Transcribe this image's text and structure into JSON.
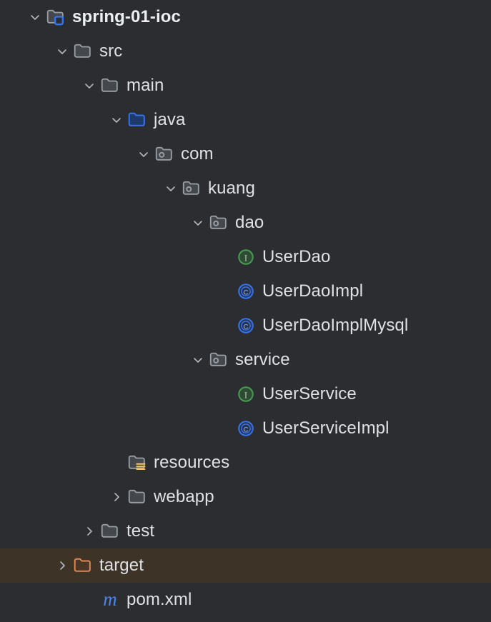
{
  "panel": {
    "name": "project-tool-window-tree",
    "background": "#2b2d30",
    "selection_background": "#3d3326",
    "text_color": "#dfe1e5"
  },
  "colors": {
    "folder_outline": "#9aa0a6",
    "sources_root_blue": "#3574f0",
    "sources_root_fill": "#1e3a6b",
    "excluded_orange": "#e08855",
    "resources_badge": "#f2c55c",
    "interface_green": "#499c54",
    "class_blue": "#3574f0",
    "maven_blue": "#4c84e8",
    "chevron": "#b4b8bf"
  },
  "tree": {
    "nodes": [
      {
        "label": "spring-01-ioc",
        "depth": 0,
        "icon": "module-folder-icon",
        "toggle": "chevron-down-icon",
        "bold": true,
        "selected": false
      },
      {
        "label": "src",
        "depth": 1,
        "icon": "folder-icon",
        "toggle": "chevron-down-icon",
        "bold": false,
        "selected": false
      },
      {
        "label": "main",
        "depth": 2,
        "icon": "folder-icon",
        "toggle": "chevron-down-icon",
        "bold": false,
        "selected": false
      },
      {
        "label": "java",
        "depth": 3,
        "icon": "sources-root-folder-icon",
        "toggle": "chevron-down-icon",
        "bold": false,
        "selected": false
      },
      {
        "label": "com",
        "depth": 4,
        "icon": "package-icon",
        "toggle": "chevron-down-icon",
        "bold": false,
        "selected": false
      },
      {
        "label": "kuang",
        "depth": 5,
        "icon": "package-icon",
        "toggle": "chevron-down-icon",
        "bold": false,
        "selected": false
      },
      {
        "label": "dao",
        "depth": 6,
        "icon": "package-icon",
        "toggle": "chevron-down-icon",
        "bold": false,
        "selected": false
      },
      {
        "label": "UserDao",
        "depth": 7,
        "icon": "interface-icon",
        "toggle": "none",
        "bold": false,
        "selected": false
      },
      {
        "label": "UserDaoImpl",
        "depth": 7,
        "icon": "class-icon",
        "toggle": "none",
        "bold": false,
        "selected": false
      },
      {
        "label": "UserDaoImplMysql",
        "depth": 7,
        "icon": "class-icon",
        "toggle": "none",
        "bold": false,
        "selected": false
      },
      {
        "label": "service",
        "depth": 6,
        "icon": "package-icon",
        "toggle": "chevron-down-icon",
        "bold": false,
        "selected": false
      },
      {
        "label": "UserService",
        "depth": 7,
        "icon": "interface-icon",
        "toggle": "none",
        "bold": false,
        "selected": false
      },
      {
        "label": "UserServiceImpl",
        "depth": 7,
        "icon": "class-icon",
        "toggle": "none",
        "bold": false,
        "selected": false
      },
      {
        "label": "resources",
        "depth": 3,
        "icon": "resources-root-folder-icon",
        "toggle": "none",
        "bold": false,
        "selected": false
      },
      {
        "label": "webapp",
        "depth": 3,
        "icon": "folder-icon",
        "toggle": "chevron-right-icon",
        "bold": false,
        "selected": false
      },
      {
        "label": "test",
        "depth": 2,
        "icon": "folder-icon",
        "toggle": "chevron-right-icon",
        "bold": false,
        "selected": false
      },
      {
        "label": "target",
        "depth": 1,
        "icon": "excluded-folder-icon",
        "toggle": "chevron-right-icon",
        "bold": false,
        "selected": true
      },
      {
        "label": "pom.xml",
        "depth": 2,
        "icon": "maven-file-icon",
        "toggle": "none",
        "bold": false,
        "selected": false
      }
    ]
  }
}
